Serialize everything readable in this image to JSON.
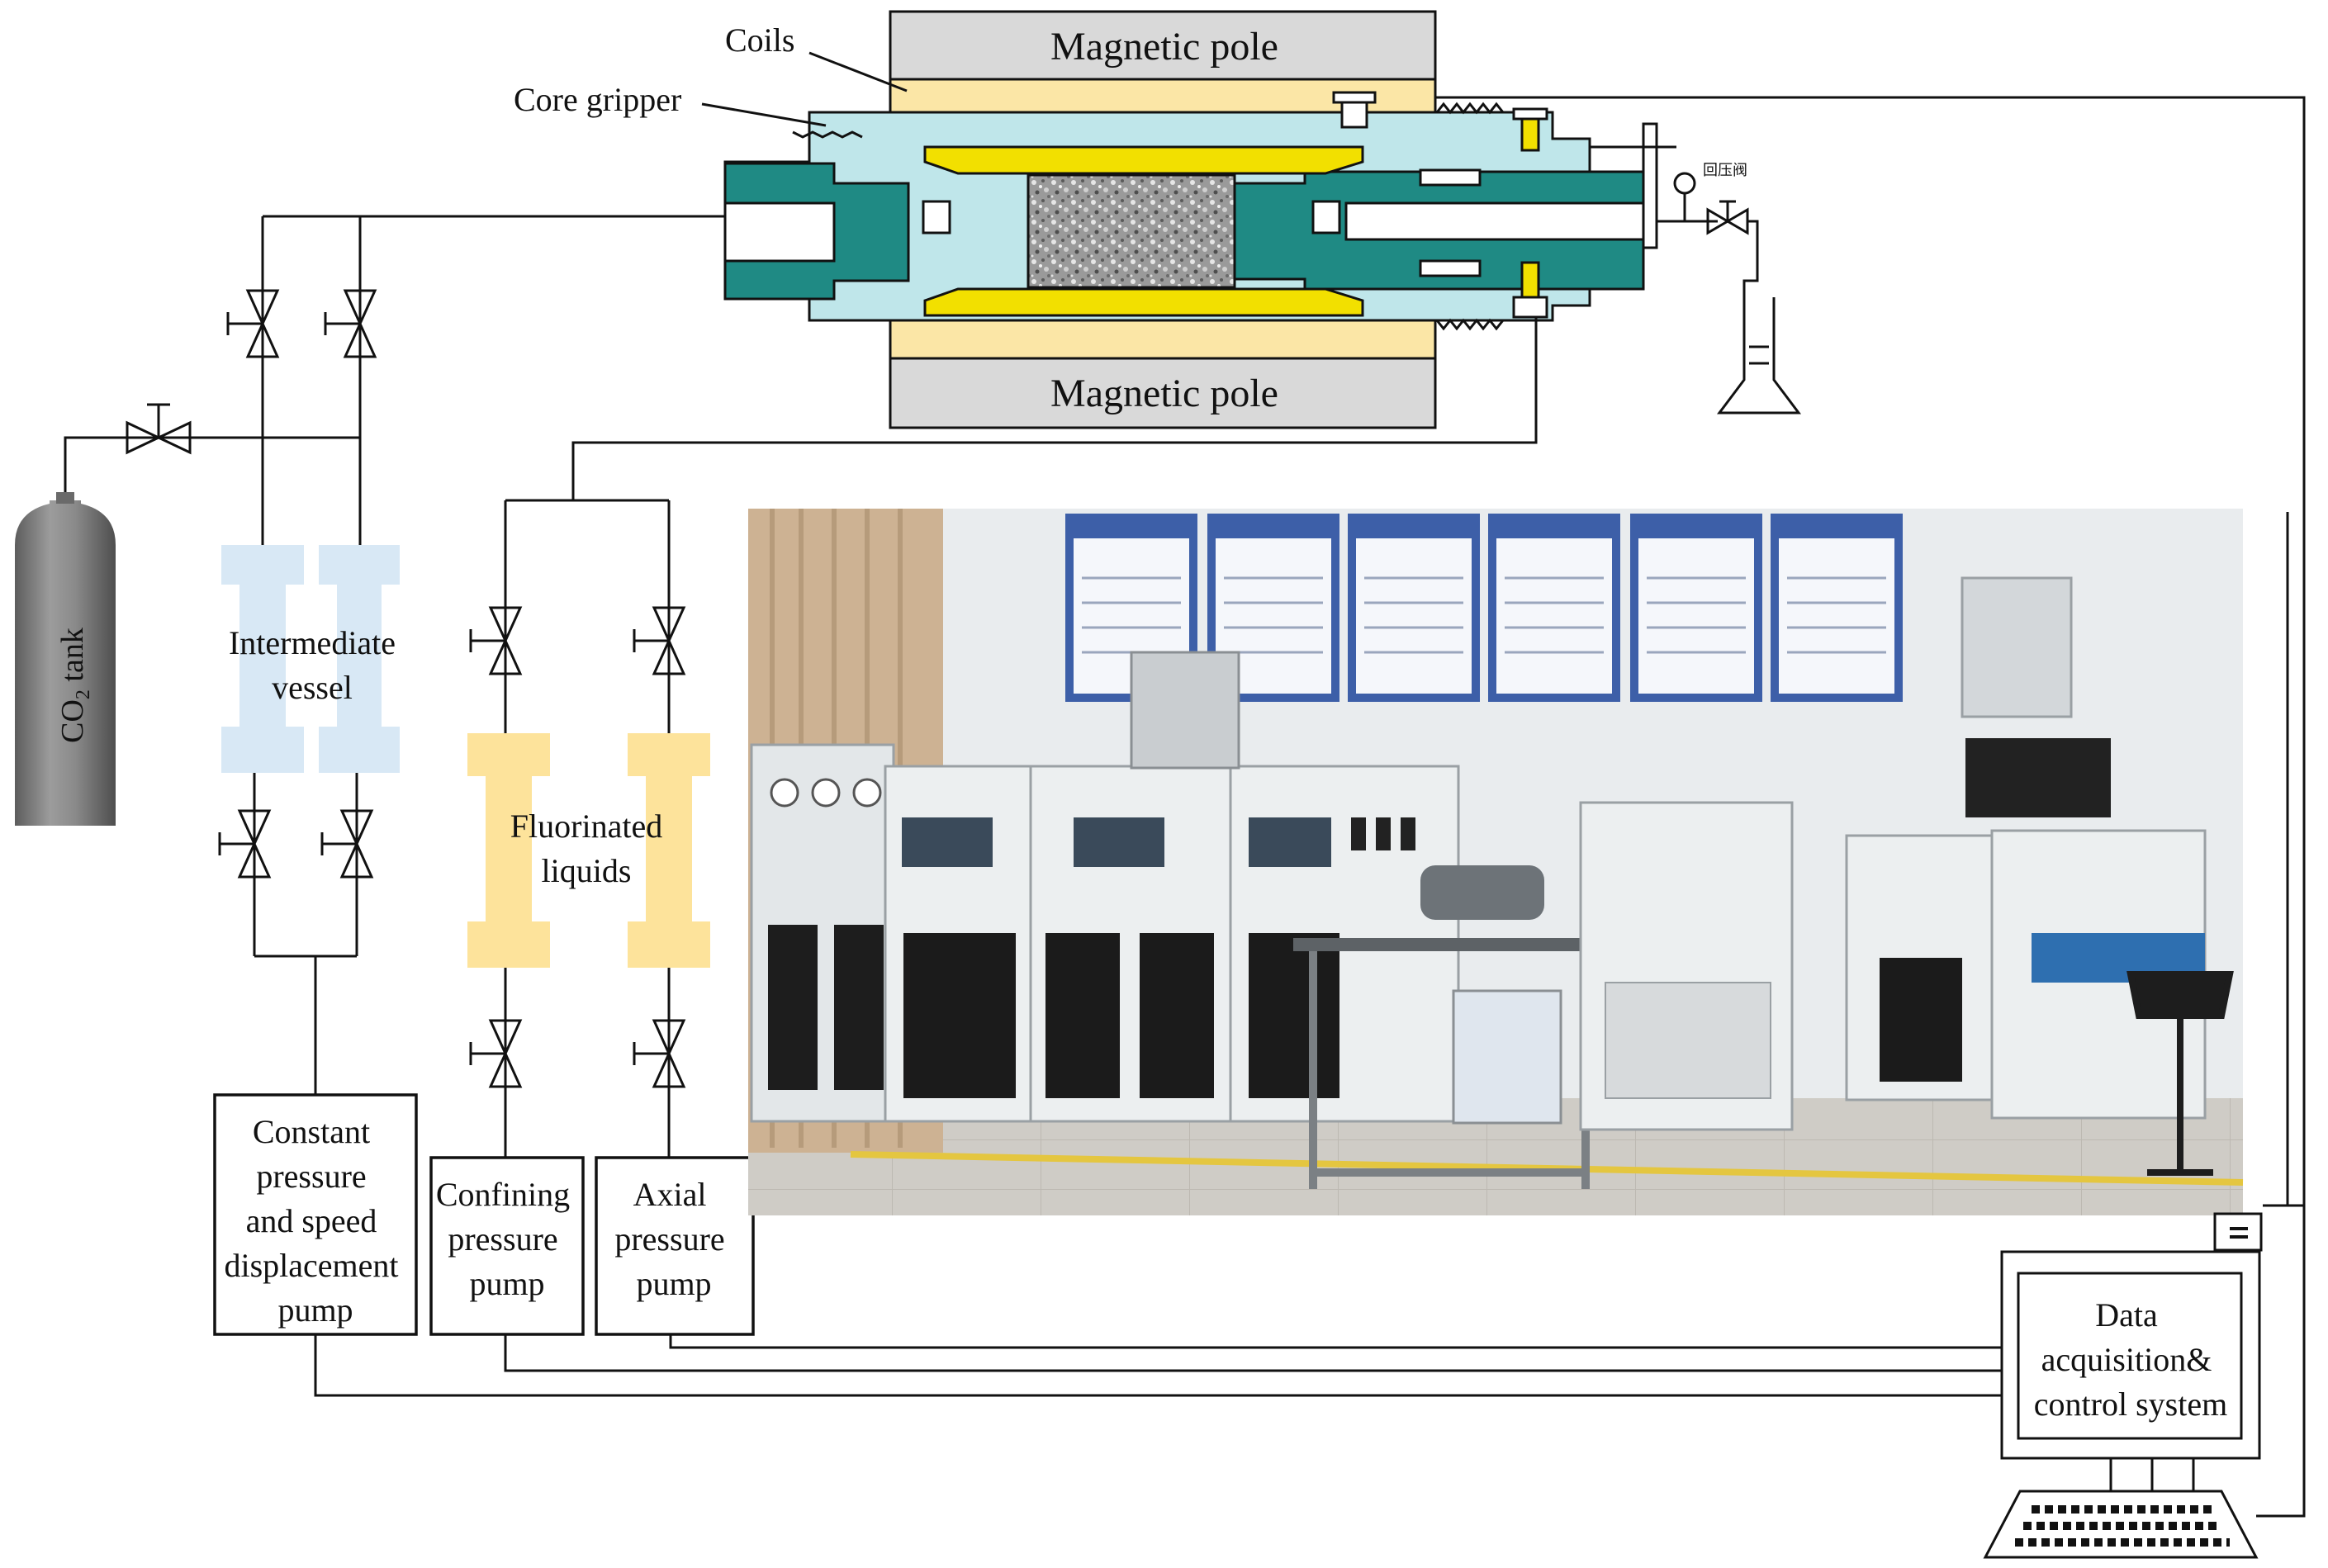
{
  "labels": {
    "coils": "Coils",
    "core_gripper": "Core gripper",
    "magnetic_pole_top": "Magnetic pole",
    "magnetic_pole_bottom": "Magnetic pole",
    "co2_tank_main": "CO",
    "co2_tank_sub": "2",
    "co2_tank_suffix": " tank",
    "intermediate_vessel_1": "Intermediate",
    "intermediate_vessel_2": "vessel",
    "fluorinated_1": "Fluorinated",
    "fluorinated_2": "liquids",
    "pump_displacement": [
      "Constant",
      "pressure",
      "and speed",
      "displacement",
      "pump"
    ],
    "pump_confining": [
      "Confining",
      "pressure",
      "pump"
    ],
    "pump_axial": [
      "Axial",
      "pressure",
      "pump"
    ],
    "data_system": [
      "Data",
      "acquisition&",
      "control system"
    ],
    "back_pressure_valve": "回压阀"
  },
  "colors": {
    "magnet_gray": "#d9d9d9",
    "coil_yellow": "#fbe6a6",
    "gripper_teal": "#bfe6ea",
    "core_teal": "#1f8a84",
    "bright_yellow": "#f2e000",
    "vessel_blue": "#d8e8f5",
    "vessel_yellow": "#fde39b",
    "tank_gray": "#777777",
    "wall": "#e9ecee",
    "floor": "#c9c6c0",
    "cabinet": "#eceff0",
    "curtain": "#cdb293"
  }
}
